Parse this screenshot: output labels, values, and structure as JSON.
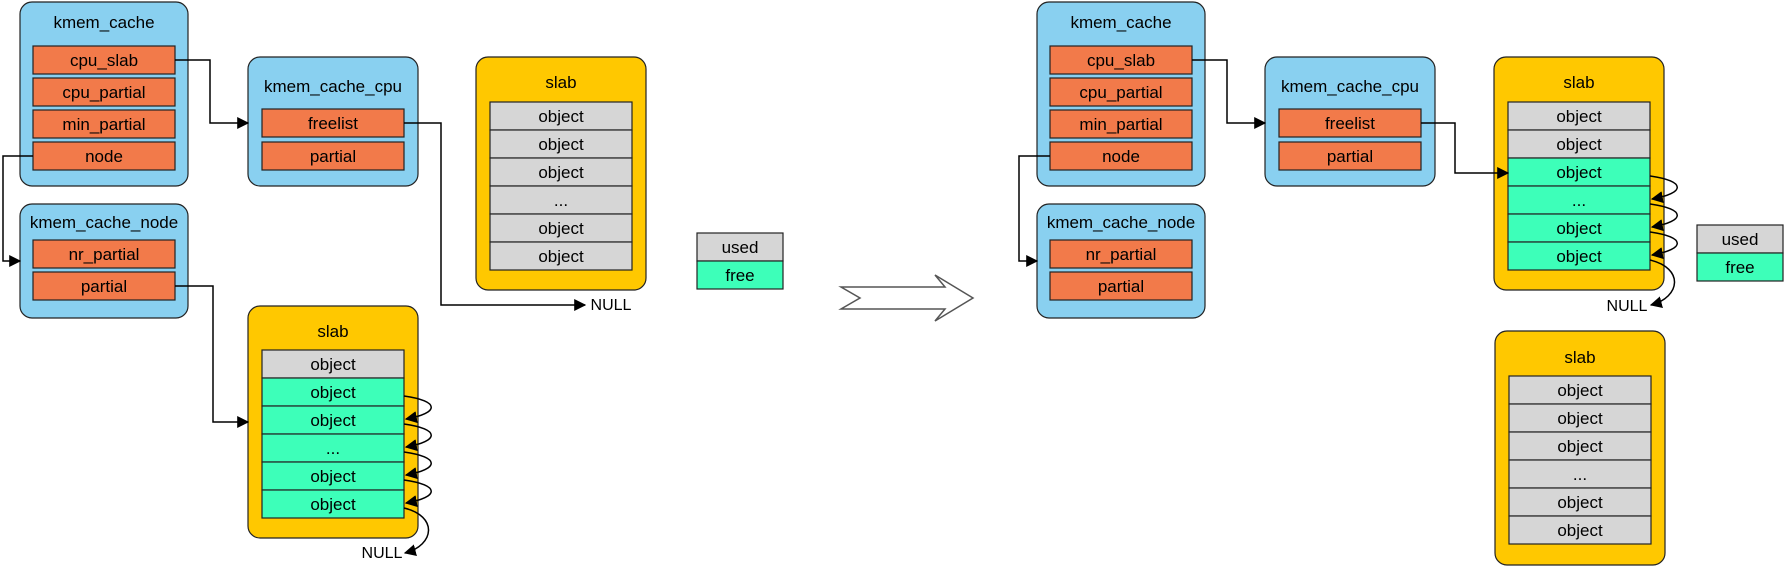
{
  "colors": {
    "kmem_box": "#89d0f0",
    "field": "#f27a4a",
    "slab_box": "#ffc800",
    "used": "#d6d6d6",
    "free": "#3dffb9",
    "stroke": "#222222"
  },
  "null_label": "NULL",
  "legend": {
    "used": "used",
    "free": "free"
  },
  "before": {
    "kmem_cache": {
      "title": "kmem_cache",
      "fields": [
        "cpu_slab",
        "cpu_partial",
        "min_partial",
        "node"
      ]
    },
    "kmem_cache_cpu": {
      "title": "kmem_cache_cpu",
      "fields": [
        "freelist",
        "partial"
      ]
    },
    "kmem_cache_node": {
      "title": "kmem_cache_node",
      "fields": [
        "nr_partial",
        "partial"
      ]
    },
    "cpu_slab": {
      "title": "slab",
      "objects": [
        {
          "label": "object",
          "state": "used"
        },
        {
          "label": "object",
          "state": "used"
        },
        {
          "label": "object",
          "state": "used"
        },
        {
          "label": "...",
          "state": "used"
        },
        {
          "label": "object",
          "state": "used"
        },
        {
          "label": "object",
          "state": "used"
        }
      ]
    },
    "partial_slab": {
      "title": "slab",
      "objects": [
        {
          "label": "object",
          "state": "used"
        },
        {
          "label": "object",
          "state": "free"
        },
        {
          "label": "object",
          "state": "free"
        },
        {
          "label": "...",
          "state": "free"
        },
        {
          "label": "object",
          "state": "free"
        },
        {
          "label": "object",
          "state": "free"
        }
      ]
    }
  },
  "after": {
    "kmem_cache": {
      "title": "kmem_cache",
      "fields": [
        "cpu_slab",
        "cpu_partial",
        "min_partial",
        "node"
      ]
    },
    "kmem_cache_cpu": {
      "title": "kmem_cache_cpu",
      "fields": [
        "freelist",
        "partial"
      ]
    },
    "kmem_cache_node": {
      "title": "kmem_cache_node",
      "fields": [
        "nr_partial",
        "partial"
      ]
    },
    "cpu_slab": {
      "title": "slab",
      "objects": [
        {
          "label": "object",
          "state": "used"
        },
        {
          "label": "object",
          "state": "used"
        },
        {
          "label": "object",
          "state": "free"
        },
        {
          "label": "...",
          "state": "free"
        },
        {
          "label": "object",
          "state": "free"
        },
        {
          "label": "object",
          "state": "free"
        }
      ]
    },
    "full_slab": {
      "title": "slab",
      "objects": [
        {
          "label": "object",
          "state": "used"
        },
        {
          "label": "object",
          "state": "used"
        },
        {
          "label": "object",
          "state": "used"
        },
        {
          "label": "...",
          "state": "used"
        },
        {
          "label": "object",
          "state": "used"
        },
        {
          "label": "object",
          "state": "used"
        }
      ]
    }
  }
}
